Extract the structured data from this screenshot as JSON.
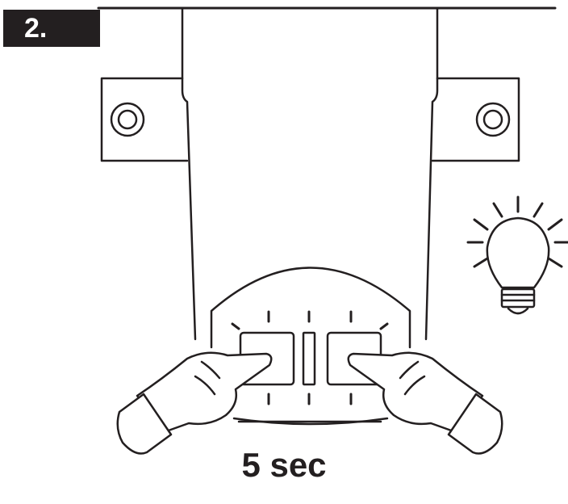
{
  "step": {
    "label": "2."
  },
  "instruction": {
    "duration": "5 sec"
  },
  "colors": {
    "ink": "#231f20",
    "paper": "#ffffff"
  },
  "icons": [
    "step-badge",
    "mounting-bracket-left",
    "mounting-bracket-right",
    "screw-icon",
    "control-unit",
    "lightbulb-icon",
    "press-button-left",
    "press-button-right",
    "finger-hand-icon"
  ]
}
